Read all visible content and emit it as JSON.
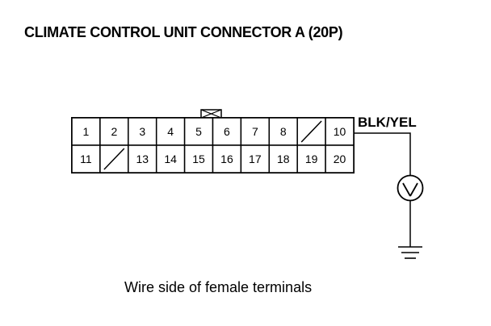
{
  "title": "CLIMATE CONTROL UNIT CONNECTOR A (20P)",
  "caption": "Wire side of female terminals",
  "wire_label": "BLK/YEL",
  "connector": {
    "row1": [
      "1",
      "2",
      "3",
      "4",
      "5",
      "6",
      "7",
      "8",
      "",
      "10"
    ],
    "row2": [
      "11",
      "",
      "13",
      "14",
      "15",
      "16",
      "17",
      "18",
      "19",
      "20"
    ],
    "unused_terminals": [
      "9",
      "12"
    ]
  },
  "symbols": [
    "test-probe-symbol",
    "ground-symbol"
  ]
}
